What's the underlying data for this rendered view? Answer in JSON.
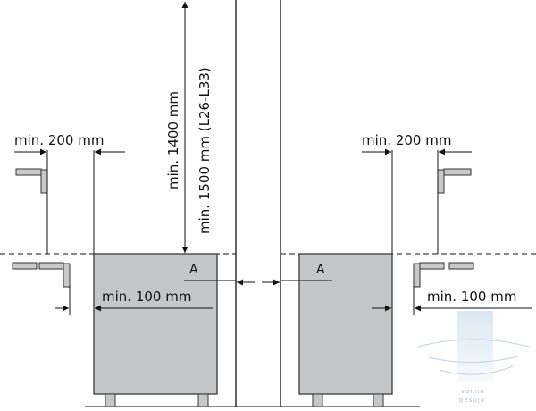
{
  "labels": {
    "height_min_1400": "min. 1400 mm",
    "height_min_1500": "min. 1500 mm (L26-L33)",
    "left_side_clearance": "min. 200 mm",
    "right_side_clearance": "min. 200 mm",
    "left_front_clearance": "min. 100 mm",
    "right_front_clearance": "min. 100 mm",
    "left_marker": "A",
    "right_marker": "A"
  },
  "watermark": {
    "line1": "vannu",
    "line2": "pesuja"
  },
  "colors": {
    "heater_fill": "#c4c6c7",
    "heater_stroke": "#3a3a3a",
    "rail_fill": "#c9c9c9",
    "line": "#111111",
    "watermark": "#9fb3c4"
  }
}
